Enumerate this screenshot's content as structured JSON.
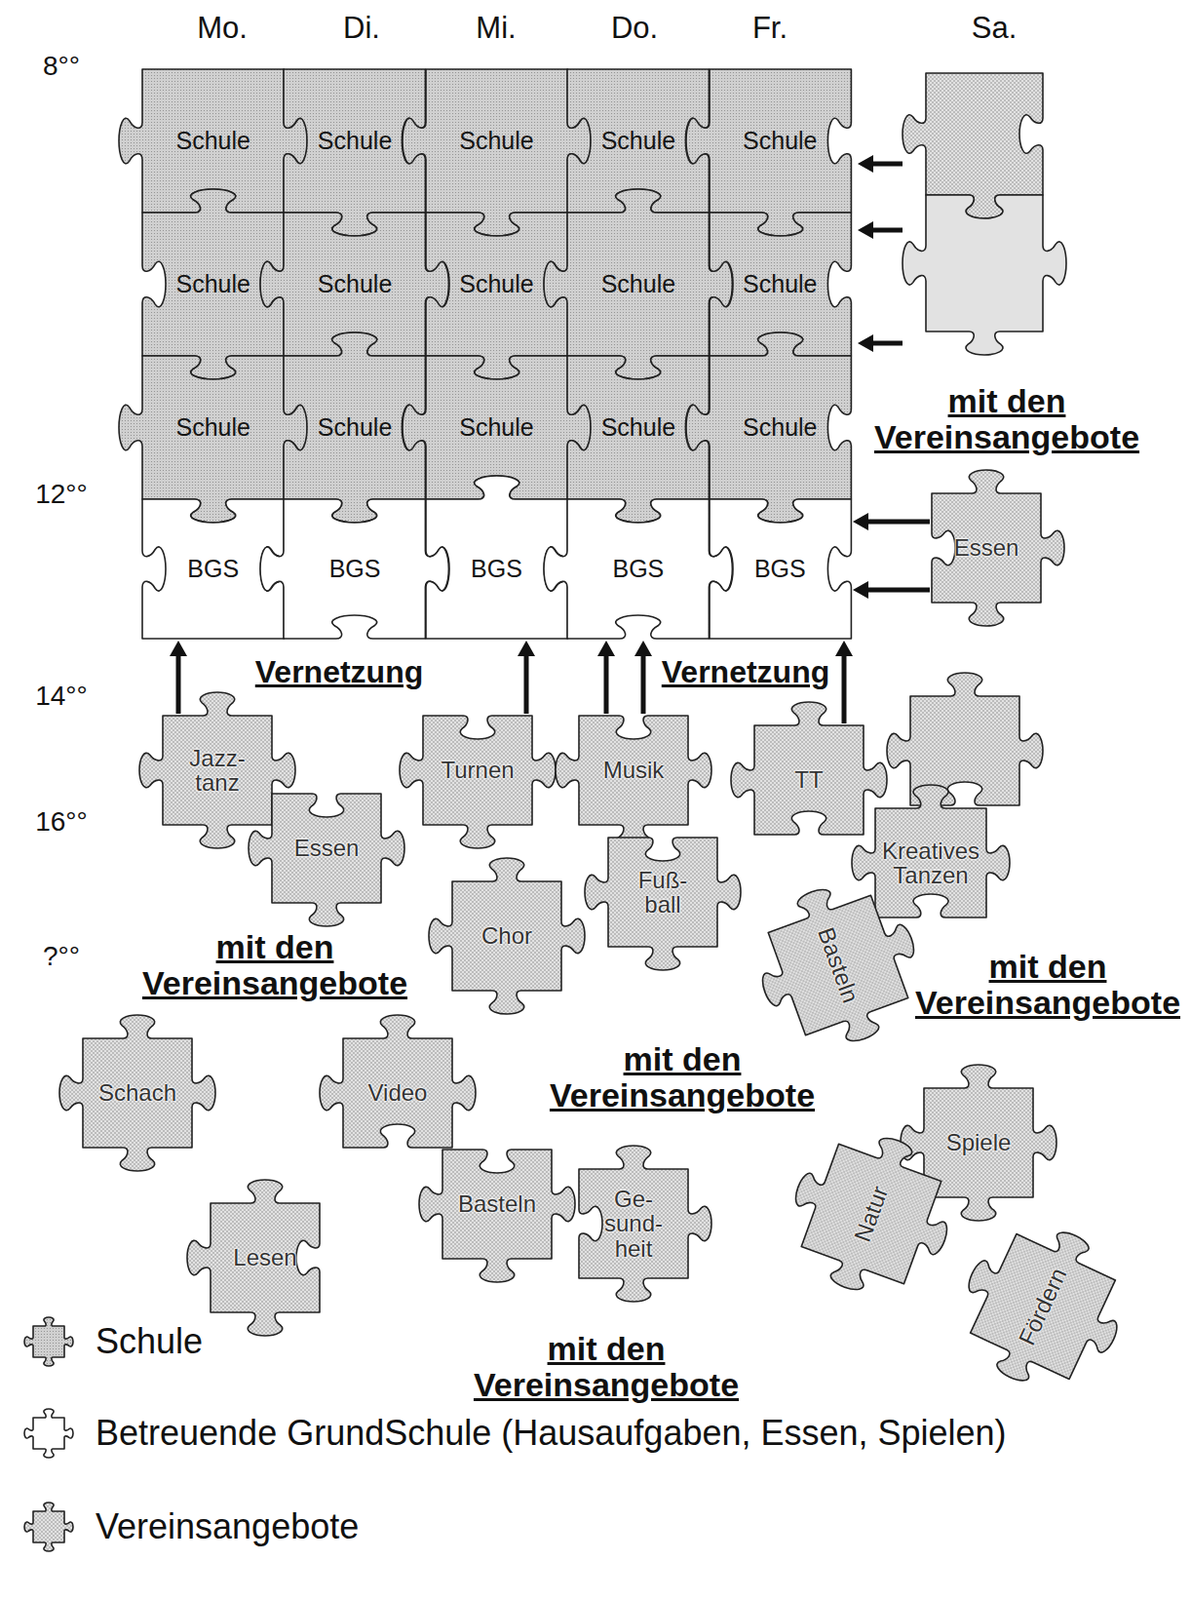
{
  "diagram": {
    "nodes": [
      {
        "text": [
          "Schule"
        ]
      },
      {
        "text": [
          "Schule"
        ]
      },
      {
        "text": [
          "Schule"
        ]
      },
      {
        "text": [
          "Schule"
        ]
      },
      {
        "text": [
          "Schule"
        ]
      },
      {
        "text": [
          "Schule"
        ]
      },
      {
        "text": [
          "Schule"
        ]
      },
      {
        "text": [
          "Schule"
        ]
      },
      {
        "text": [
          "Schule"
        ]
      },
      {
        "text": [
          "Schule"
        ]
      },
      {
        "text": [
          "Schule"
        ]
      },
      {
        "text": [
          "Schule"
        ]
      },
      {
        "text": [
          "Schule"
        ]
      },
      {
        "text": [
          "Schule"
        ]
      },
      {
        "text": [
          "Schule"
        ]
      },
      {
        "text": [
          "BGS"
        ]
      },
      {
        "text": [
          "BGS"
        ]
      },
      {
        "text": [
          "BGS"
        ]
      },
      {
        "text": [
          "BGS"
        ]
      },
      {
        "text": [
          "BGS"
        ]
      },
      {
        "text": [
          "Essen"
        ]
      },
      {
        "text": [
          "Jazz- tanz"
        ]
      },
      {
        "text": [
          "Turnen"
        ]
      },
      {
        "text": [
          "Musik"
        ]
      },
      {
        "text": [
          "TT"
        ]
      },
      {
        "text": [
          "Essen"
        ]
      },
      {
        "text": [
          "Fuß- ball"
        ]
      },
      {
        "text": [
          "Kreatives Tanzen"
        ]
      },
      {
        "text": [
          "Chor"
        ]
      },
      {
        "text": [
          "Basteln"
        ]
      },
      {
        "text": [
          "Schach"
        ]
      },
      {
        "text": [
          "Video"
        ]
      },
      {
        "text": [
          "Spiele"
        ]
      },
      {
        "text": [
          "Basteln"
        ]
      },
      {
        "text": [
          "Ge- sund- heit"
        ]
      },
      {
        "text": [
          "Natur"
        ]
      },
      {
        "text": [
          "Lesen"
        ]
      },
      {
        "text": [
          "Fördern"
        ]
      }
    ],
    "edges": [
      {
        "from": 21,
        "to": 15,
        "arrow": "to"
      },
      {
        "from": 22,
        "to": 17,
        "arrow": "to"
      },
      {
        "from": 23,
        "to": 18,
        "arrow": "to"
      },
      {
        "from": 23,
        "to": 18,
        "arrow": "to"
      },
      {
        "from": 24,
        "to": 19,
        "arrow": "to"
      },
      {
        "from": 20,
        "to": 19,
        "arrow": "to"
      },
      {
        "from": 20,
        "to": 19,
        "arrow": "to"
      }
    ],
    "labels": [
      "Mo.",
      "Di.",
      "Mi.",
      "Do.",
      "Fr.",
      "Sa.",
      "8°°",
      "mit den Vereinsangebote",
      "12°°",
      "Vernetzung",
      "Vernetzung",
      "14°°",
      "16°°",
      "mit den Vereinsangebote",
      "?°°",
      "mit den Vereinsangebote",
      "mit den Vereinsangebote",
      "mit den Vereinsangebote"
    ],
    "legend": [
      {
        "text": "Schule",
        "color": "#d0d0d0"
      },
      {
        "text": "Betreuende GrundSchule (Hausaufgaben, Essen, Spielen)",
        "color": "#ffffff"
      },
      {
        "text": "Vereinsangebote",
        "color": "#e2e2e2"
      }
    ]
  }
}
